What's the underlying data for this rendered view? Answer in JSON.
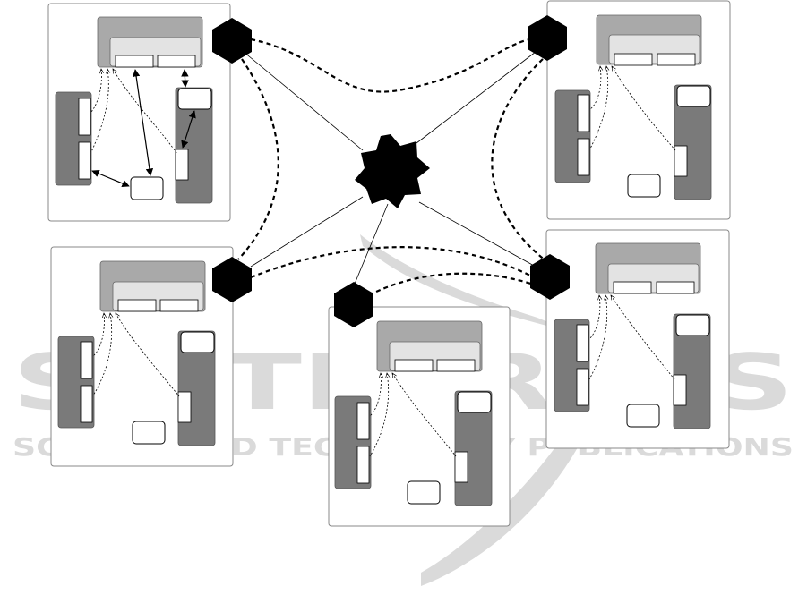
{
  "watermark": {
    "title": "SCITEPRESS",
    "subtitle": "SCIENCE AND TECHNOLOGY PUBLICATIONS"
  },
  "colors": {
    "background": "#ffffff",
    "box_border": "#777777",
    "light_gray": "#a9a9a9",
    "pale_gray": "#e3e3e3",
    "dark_gray": "#7a7a7a",
    "black": "#000000",
    "watermark_gray": "#d0d0d0"
  },
  "nodes": {
    "center": {
      "shape": "star",
      "label": ""
    },
    "peers": [
      {
        "id": "peer-top-left",
        "shape": "hexagon",
        "label": ""
      },
      {
        "id": "peer-top-right",
        "shape": "hexagon",
        "label": ""
      },
      {
        "id": "peer-bottom-left",
        "shape": "hexagon",
        "label": ""
      },
      {
        "id": "peer-bottom-center",
        "shape": "hexagon",
        "label": ""
      },
      {
        "id": "peer-bottom-right",
        "shape": "hexagon",
        "label": ""
      }
    ]
  },
  "connections": {
    "solid": [
      "center-top-left",
      "center-top-right",
      "center-bottom-left",
      "center-bottom-center",
      "center-bottom-right"
    ],
    "dashed": [
      "top-left-top-right",
      "top-left-bottom-left",
      "top-right-bottom-right",
      "bottom-left-bottom-right",
      "bottom-center-bottom-right"
    ]
  }
}
